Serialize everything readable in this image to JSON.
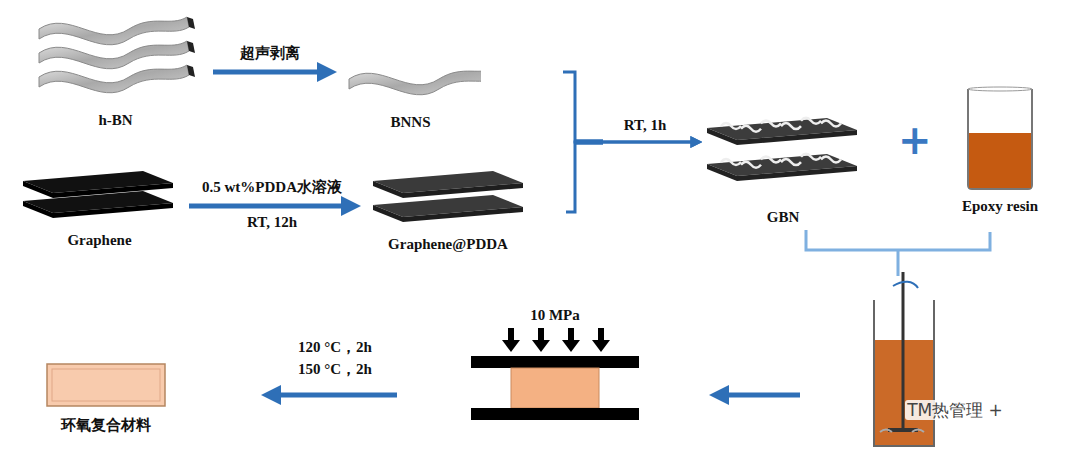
{
  "diagram": {
    "nodes": [
      {
        "text": [
          "h-BN"
        ]
      },
      {
        "text": [
          "BNNS"
        ]
      },
      {
        "text": [
          "Graphene"
        ]
      },
      {
        "text": [
          "Graphene@PDDA"
        ]
      },
      {
        "text": [
          "GBN"
        ]
      },
      {
        "text": [
          "Epoxy resin"
        ]
      },
      {
        "text": [
          "10 MPa"
        ]
      },
      {
        "text": [
          "环氧复合材料"
        ]
      }
    ],
    "edges": [
      {
        "from": 0,
        "to": 1,
        "arrow": "to",
        "label": "超声剥离"
      },
      {
        "from": 2,
        "to": 3,
        "arrow": "to",
        "label": "0.5 wt%PDDA水溶液"
      },
      {
        "from": 1,
        "to": 4,
        "arrow": "to",
        "label": "RT, 1h"
      },
      {
        "from": 3,
        "to": 4,
        "arrow": "to"
      },
      {
        "from": 6,
        "to": 7,
        "arrow": "to",
        "label": "120 °C，2h"
      }
    ],
    "labels": [
      "RT, 12h",
      "150 °C，2h",
      "TM热管理 +"
    ]
  }
}
